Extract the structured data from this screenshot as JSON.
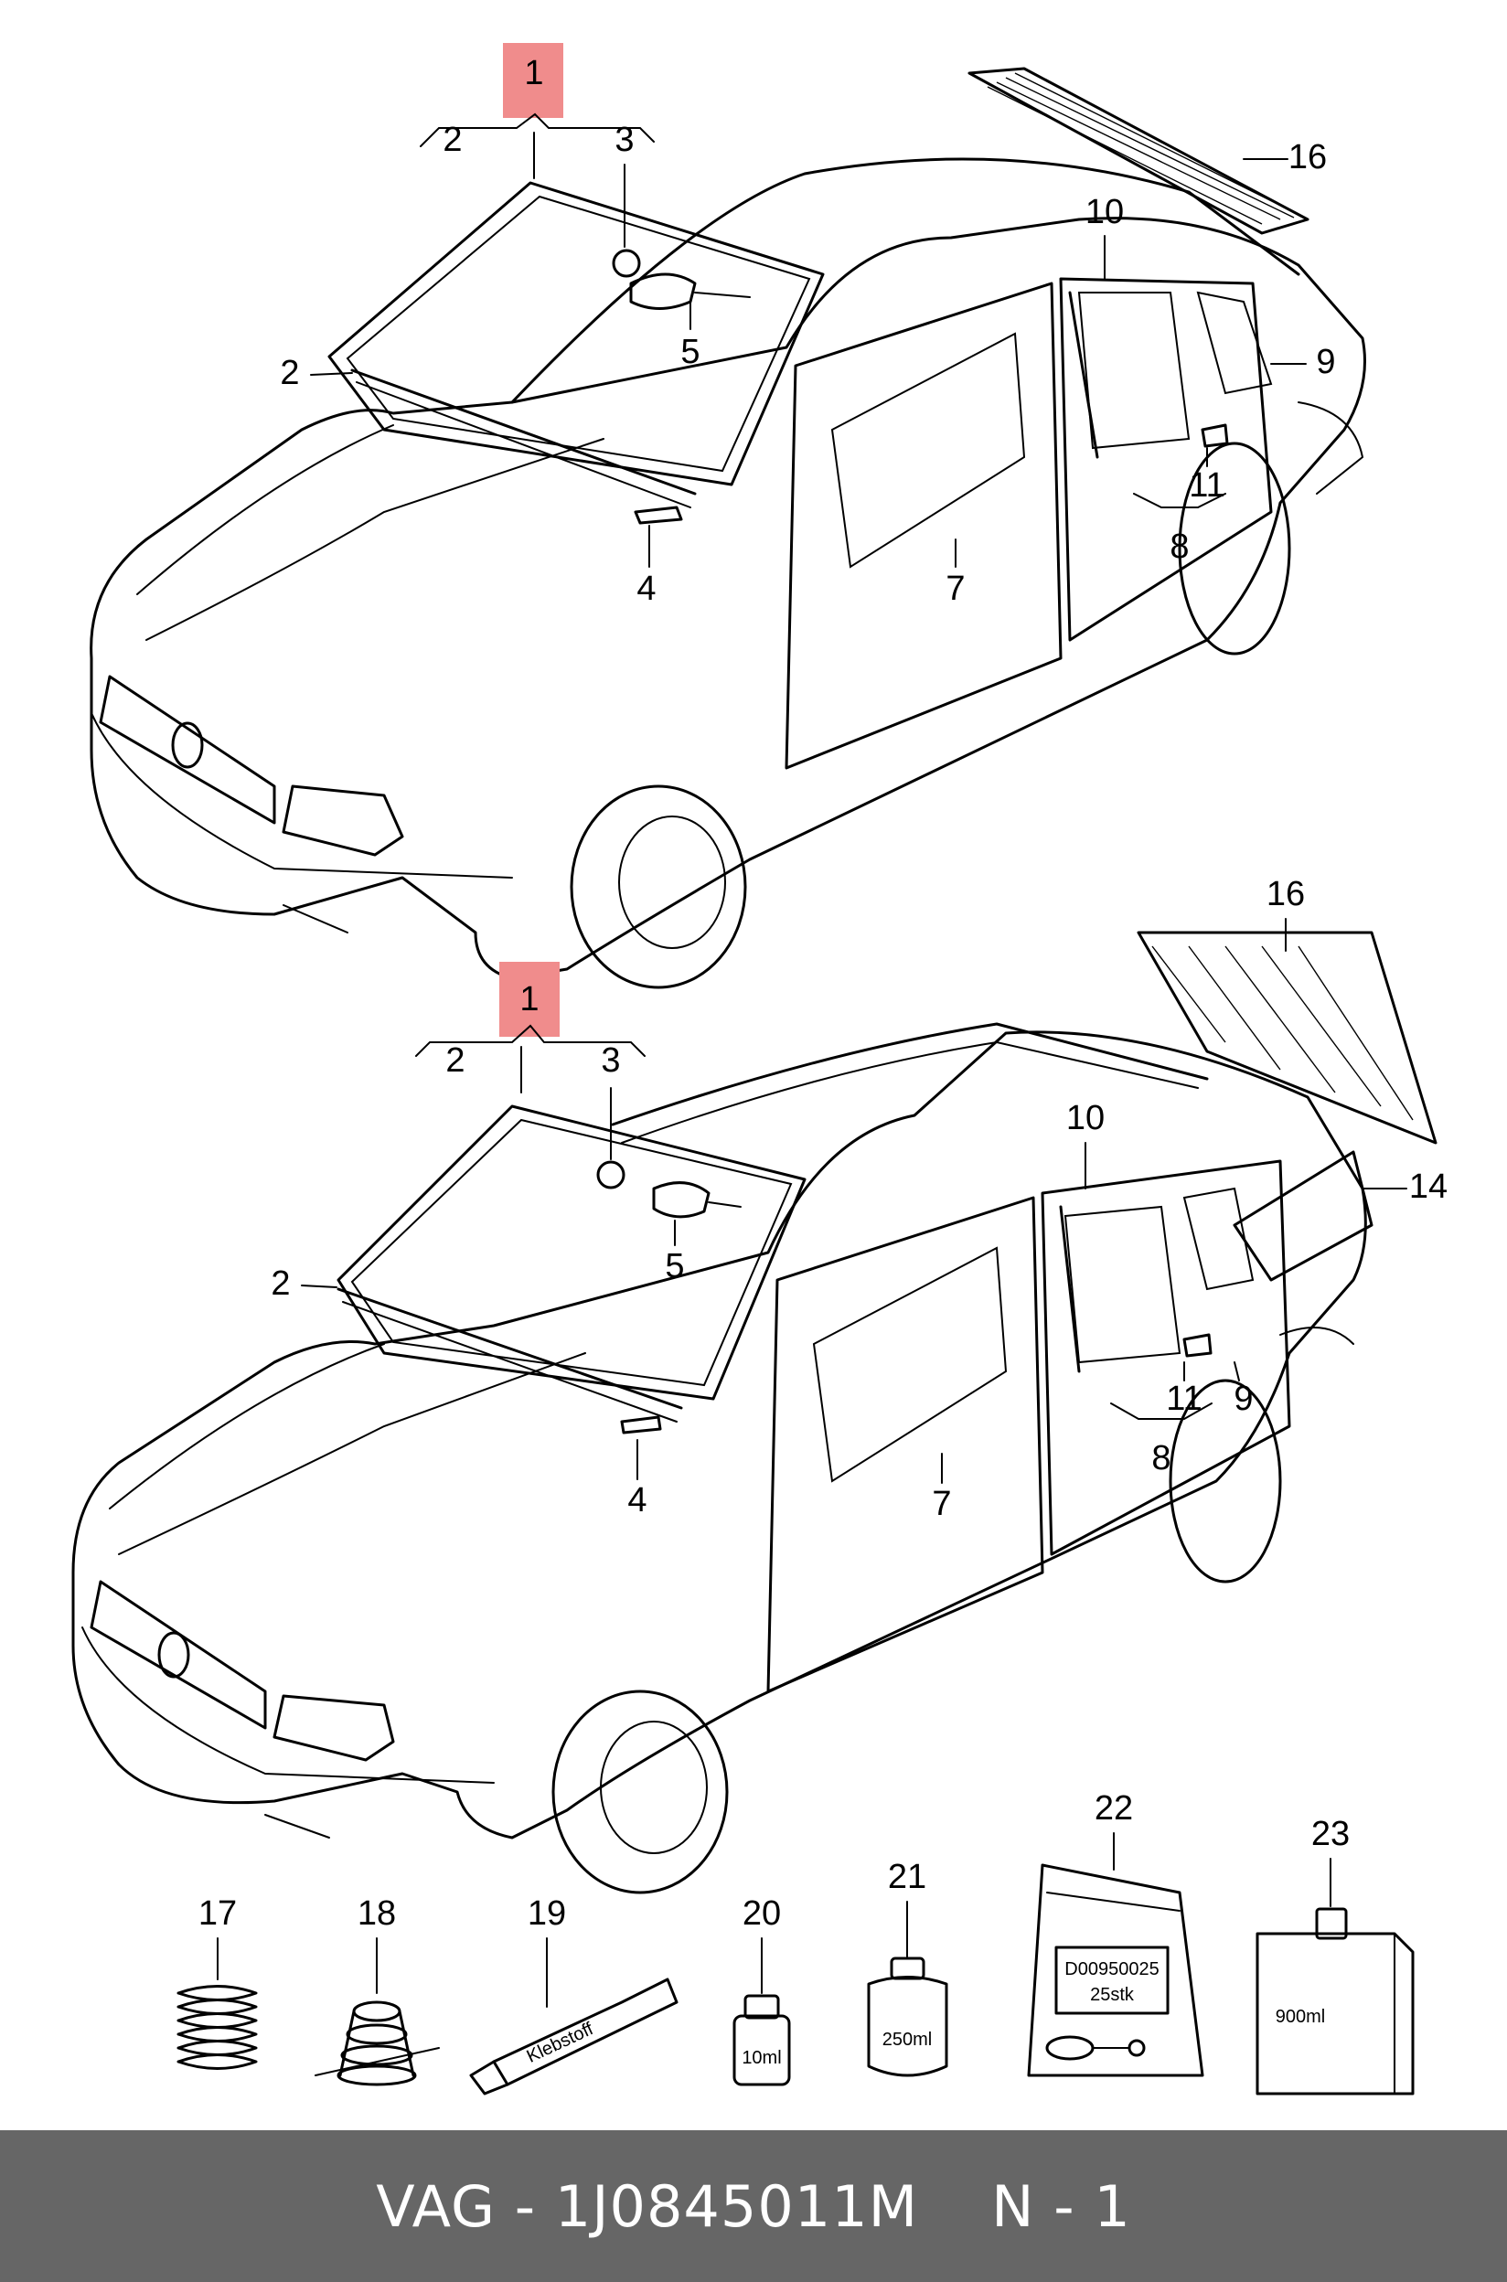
{
  "diagram": {
    "callouts_top": [
      "1",
      "2",
      "3",
      "2",
      "5",
      "4",
      "7",
      "8",
      "9",
      "10",
      "11",
      "16"
    ],
    "callouts_bottom": [
      "1",
      "2",
      "3",
      "2",
      "5",
      "4",
      "7",
      "8",
      "9",
      "10",
      "11",
      "14",
      "16"
    ],
    "callouts_parts": [
      "17",
      "18",
      "19",
      "20",
      "21",
      "22",
      "23"
    ],
    "package_labels": {
      "tube": "Klebstoff",
      "bottle_small": "10ml",
      "can": "250ml",
      "bag_line1": "D00950025",
      "bag_line2": "25stk",
      "canister": "900ml"
    },
    "highlight_color": "#f08c8c"
  },
  "footer": {
    "part_number": "VAG - 1J0845011M",
    "quantity": "N - 1"
  }
}
